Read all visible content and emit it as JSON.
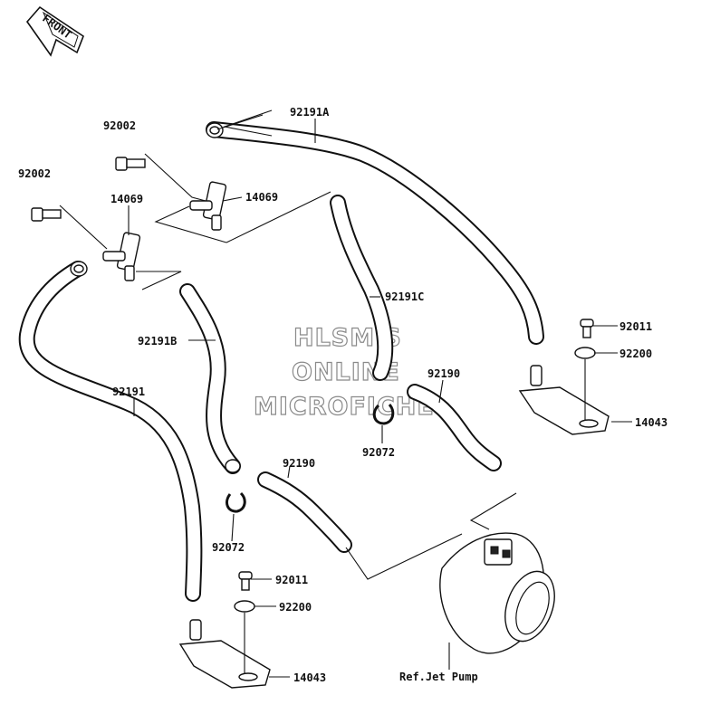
{
  "front_arrow": {
    "label": "FRONT"
  },
  "parts": {
    "hose_92191A": "92191A",
    "bolt_92002_top": "92002",
    "bolt_92002_left": "92002",
    "fitting_14069_right": "14069",
    "fitting_14069_left": "14069",
    "hose_92191C": "92191C",
    "hose_92191B": "92191B",
    "hose_92191": "92191",
    "bolt_92011_right": "92011",
    "washer_92200_right": "92200",
    "hose_92190_right": "92190",
    "clamp_92072_right": "92072",
    "bracket_14043_right": "14043",
    "hose_92190_left": "92190",
    "clamp_92072_left": "92072",
    "bolt_92011_left": "92011",
    "washer_92200_left": "92200",
    "bracket_14043_left": "14043",
    "ref_jet_pump": "Ref.Jet Pump"
  },
  "watermark": {
    "line1": "HLSM'S",
    "line2": "ONLINE",
    "line3": "MICROFICHE"
  }
}
